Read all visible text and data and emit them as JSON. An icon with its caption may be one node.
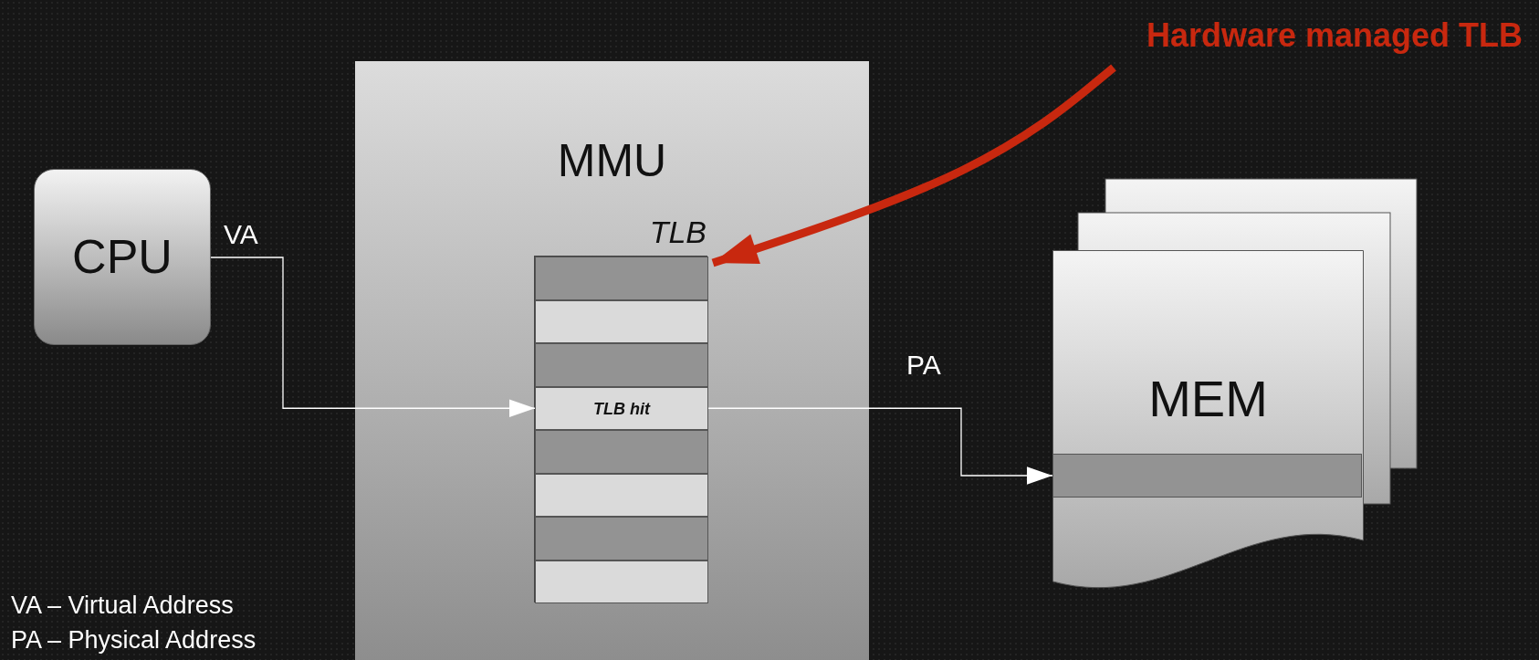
{
  "diagram": {
    "nodes": [
      {
        "text": [
          "CPU"
        ]
      },
      {
        "text": [
          "MMU"
        ]
      },
      {
        "text": [
          "TLB"
        ],
        "in": 1
      },
      {
        "text": [],
        "shape": "bar",
        "in": 2
      },
      {
        "text": [],
        "shape": "bar",
        "in": 2
      },
      {
        "text": [],
        "shape": "bar",
        "in": 2
      },
      {
        "text": [
          "TLB hit"
        ],
        "in": 2
      },
      {
        "text": [],
        "shape": "bar",
        "in": 2
      },
      {
        "text": [],
        "shape": "bar",
        "in": 2
      },
      {
        "text": [],
        "shape": "bar",
        "in": 2
      },
      {
        "text": [],
        "shape": "bar",
        "in": 2
      },
      {
        "text": [
          "MEM"
        ]
      },
      {
        "text": [],
        "shape": "bar",
        "in": 11
      },
      {
        "text": [
          "Hardware managed TLB"
        ]
      }
    ],
    "edges": [
      {
        "from": 0,
        "to": 6,
        "arrow": "to",
        "label": "VA"
      },
      {
        "from": 6,
        "to": 12,
        "arrow": "to",
        "label": "PA"
      },
      {
        "from": 13,
        "to": 2,
        "arrow": "to",
        "style": "thick",
        "color": "#c8280f"
      }
    ],
    "labels": [
      "VA – Virtual Address",
      "PA – Physical Address"
    ]
  }
}
